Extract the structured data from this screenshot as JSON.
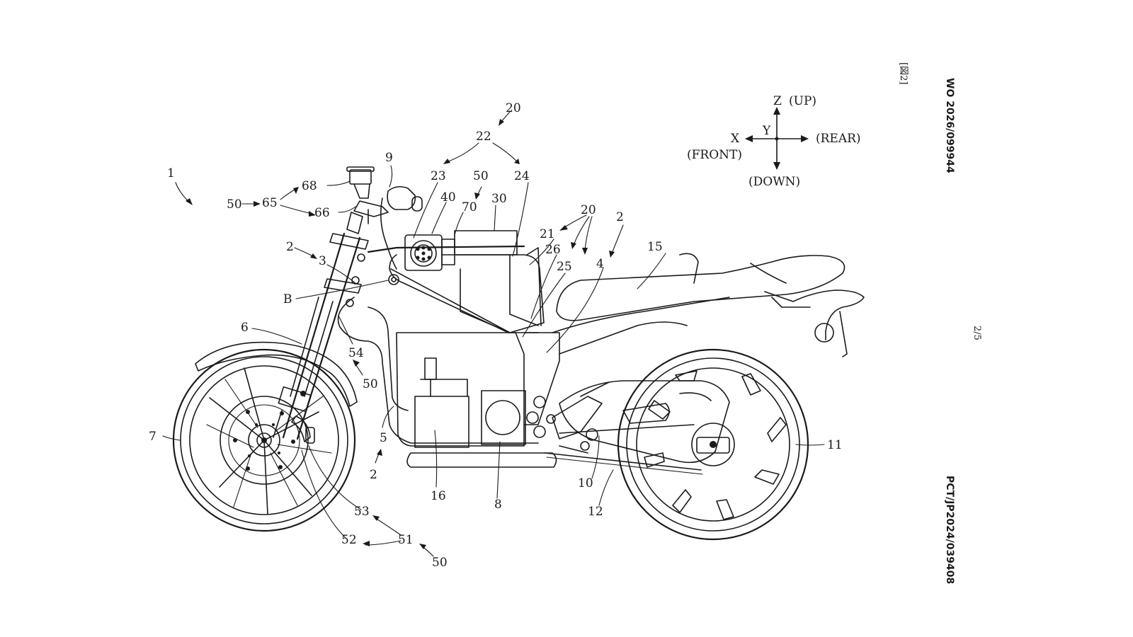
{
  "publication_number": "WO 2026/099944",
  "application_number": "PCT/JP2024/039408",
  "figure_label": "[図2]",
  "page_indicator": "2/5",
  "axes": {
    "z_label": "Z",
    "up_label": "(UP)",
    "x_label": "X",
    "front_label": "(FRONT)",
    "y_label": "Y",
    "rear_label": "(REAR)",
    "down_label": "(DOWN)"
  },
  "reference_numerals": {
    "n1": "1",
    "n2a": "2",
    "n2b": "2",
    "n2c": "2",
    "n3": "3",
    "n4": "4",
    "n5": "5",
    "n6": "6",
    "n7": "7",
    "n8": "8",
    "n9": "9",
    "n10": "10",
    "n11": "11",
    "n12": "12",
    "n15": "15",
    "n16": "16",
    "n20a": "20",
    "n20b": "20",
    "n21": "21",
    "n22": "22",
    "n23": "23",
    "n24": "24",
    "n25": "25",
    "n26": "26",
    "n30": "30",
    "n40": "40",
    "n50a": "50",
    "n50b": "50",
    "n50c": "50",
    "n50d": "50",
    "n51": "51",
    "n52": "52",
    "n53": "53",
    "n54": "54",
    "n65": "65",
    "n66": "66",
    "n68": "68",
    "n70": "70",
    "nB": "B"
  }
}
